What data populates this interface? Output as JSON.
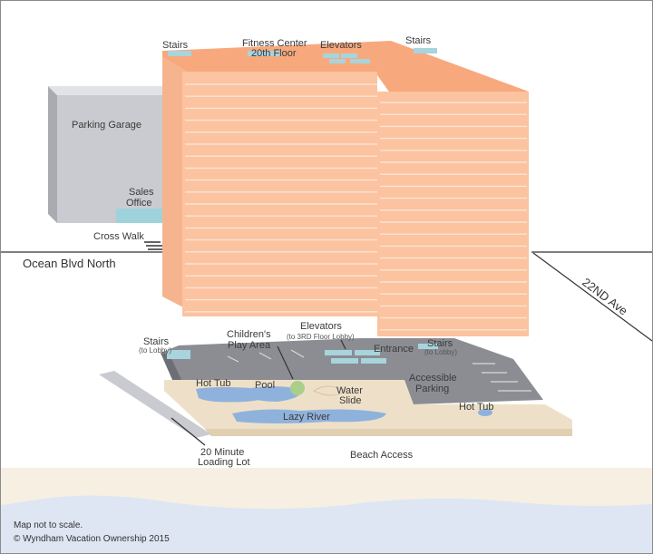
{
  "map": {
    "streets": {
      "ocean_blvd": "Ocean Blvd North",
      "avenue": "22ND Ave"
    },
    "top_labels": {
      "stairs_left": "Stairs",
      "fitness_center": "Fitness Center",
      "fitness_floor": "20th Floor",
      "elevators": "Elevators",
      "stairs_right": "Stairs"
    },
    "garage": {
      "parking_garage": "Parking Garage",
      "sales_office_1": "Sales",
      "sales_office_2": "Office",
      "cross_walk": "Cross Walk"
    },
    "ground": {
      "stairs": "Stairs",
      "stairs_sub": "(to Lobby)",
      "childrens_1": "Children's",
      "childrens_2": "Play Area",
      "elevators": "Elevators",
      "elevators_sub": "(to 3RD Floor Lobby)",
      "entrance": "Entrance",
      "stairs_right": "Stairs",
      "stairs_right_sub": "(to Lobby)",
      "accessible_1": "Accessible",
      "accessible_2": "Parking",
      "hot_tub_left": "Hot Tub",
      "pool": "Pool",
      "water_slide_1": "Water",
      "water_slide_2": "Slide",
      "hot_tub_right": "Hot Tub",
      "lazy_river": "Lazy River",
      "loading_1": "20 Minute",
      "loading_2": "Loading Lot",
      "beach_access": "Beach Access"
    },
    "footer": {
      "not_to_scale": "Map not to scale.",
      "copyright": "© Wyndham Vacation Ownership 2015"
    },
    "colors": {
      "tower": "#fbc3a0",
      "tower_top": "#f7a97d",
      "garage": "#c9cbd0",
      "pool": "#8fb2dc",
      "deck": "#eee0c8",
      "water": "#dde6f2",
      "sand": "#f6efe2"
    }
  }
}
